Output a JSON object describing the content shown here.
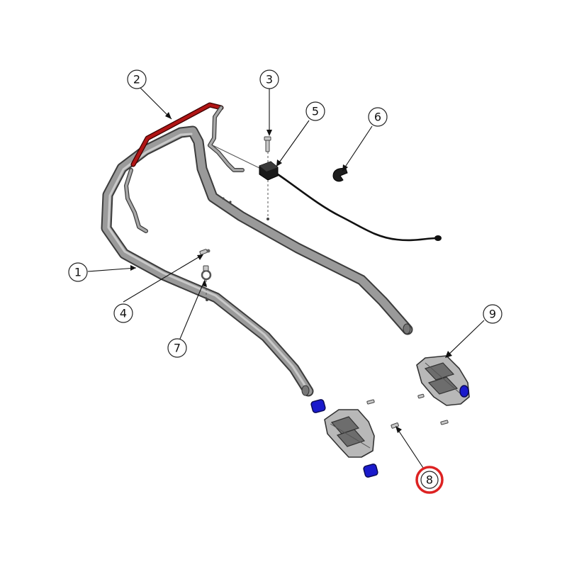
{
  "callouts": [
    {
      "id": "1",
      "label": "1"
    },
    {
      "id": "2",
      "label": "2"
    },
    {
      "id": "3",
      "label": "3"
    },
    {
      "id": "4",
      "label": "4"
    },
    {
      "id": "5",
      "label": "5"
    },
    {
      "id": "6",
      "label": "6"
    },
    {
      "id": "7",
      "label": "7"
    },
    {
      "id": "8",
      "label": "8"
    },
    {
      "id": "9",
      "label": "9"
    }
  ],
  "highlighted_callout": "8",
  "colors": {
    "handle": "#9a9a9a",
    "bail": "#b01515",
    "cable": "#111111",
    "bushing": "#1a1acc",
    "highlight": "#dd2222"
  }
}
